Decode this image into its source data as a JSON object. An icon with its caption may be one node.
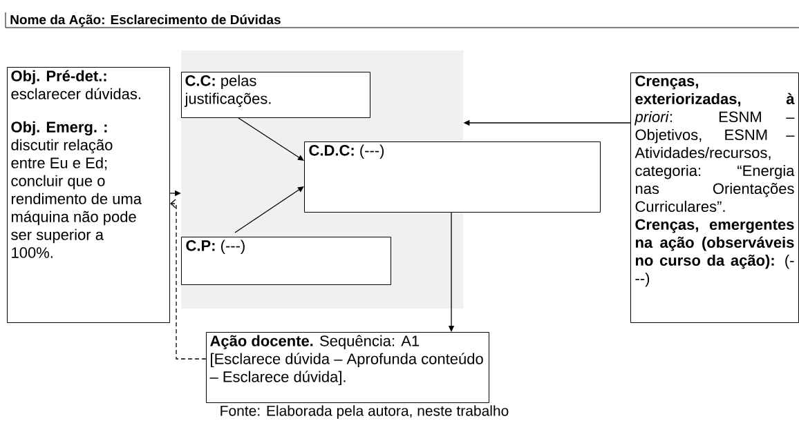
{
  "diagram": {
    "title": "Nome da Ação: Esclarecimento de Dúvidas",
    "caption": "Fonte: Elaborada pela autora, neste trabalho",
    "nodes": [
      {
        "text": [],
        "shape": "box"
      },
      {
        "text": [
          "**Obj. Pré-det.:** esclarecer dúvidas.",
          "**Obj. Emerg. :** discutir relação entre Eu e Ed; concluir que o rendimento de uma máquina não pode ser superior a 100%."
        ]
      },
      {
        "text": [
          "**C.C:** pelas justificações."
        ],
        "in": 0
      },
      {
        "text": [
          "**C.D.C:** (---)"
        ]
      },
      {
        "text": [
          "**C.P:** (---)"
        ],
        "in": 0
      },
      {
        "text": [
          "**Crenças, exteriorizadas, à** *priori*: ESNM – Objetivos, ESNM – Atividades/recursos, categoria: “Energia nas Orientações Curriculares”.",
          "**Crenças, emergentes na ação (observáveis no curso da ação):** (---)"
        ]
      },
      {
        "text": [
          "**Ação docente.** Sequência: A1 [Esclarece dúvida – Aprofunda conteúdo – Esclarece dúvida]."
        ]
      }
    ],
    "edges": [
      {
        "from": 1,
        "to": 0,
        "arrow": "to"
      },
      {
        "from": 5,
        "to": 0,
        "arrow": "to"
      },
      {
        "from": 2,
        "to": 3,
        "arrow": "to"
      },
      {
        "from": 4,
        "to": 3,
        "arrow": "to"
      },
      {
        "from": 3,
        "to": 6,
        "arrow": "to"
      },
      {
        "from": 6,
        "to": 1,
        "arrow": "to",
        "style": "dashed"
      }
    ]
  }
}
